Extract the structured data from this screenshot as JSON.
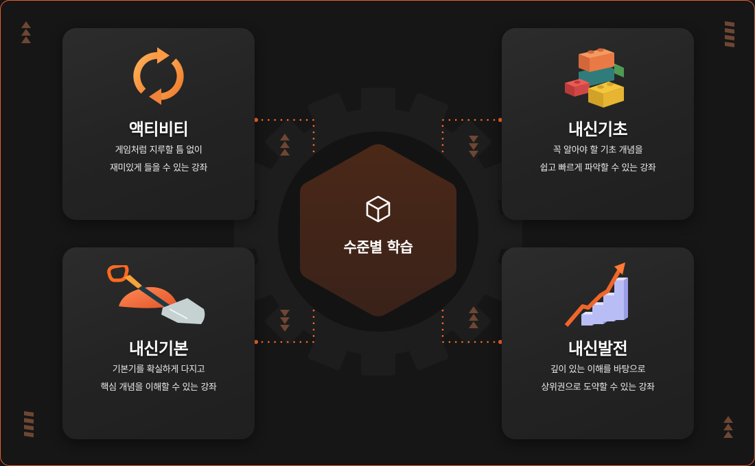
{
  "center": {
    "label": "수준별 학습",
    "icon": "cube-icon",
    "fill_color": "#43261a"
  },
  "cards": [
    {
      "id": "activity",
      "title": "액티비티",
      "desc_line1": "게임처럼 지루할 틈 없이",
      "desc_line2": "재미있게 들을 수 있는 강좌",
      "icon": "refresh-arrows-icon"
    },
    {
      "id": "basic-foundation",
      "title": "내신기초",
      "desc_line1": "꼭 알아야 할 기초 개념을",
      "desc_line2": "쉽고 빠르게 파악할 수 있는 강좌",
      "icon": "building-blocks-icon"
    },
    {
      "id": "basic-fundamentals",
      "title": "내신기본",
      "desc_line1": "기본기를 확실하게 다지고",
      "desc_line2": "핵심 개념을 이해할 수 있는 강좌",
      "icon": "shovel-icon"
    },
    {
      "id": "advanced",
      "title": "내신발전",
      "desc_line1": "깊이 있는 이해를 바탕으로",
      "desc_line2": "상위권으로 도약할 수 있는 강좌",
      "icon": "growth-chart-icon"
    }
  ],
  "colors": {
    "accent": "#ff6a2b",
    "border": "#e8602c",
    "background": "#161616",
    "card": "#2a2a2a",
    "decor_brown": "#6e4632"
  }
}
